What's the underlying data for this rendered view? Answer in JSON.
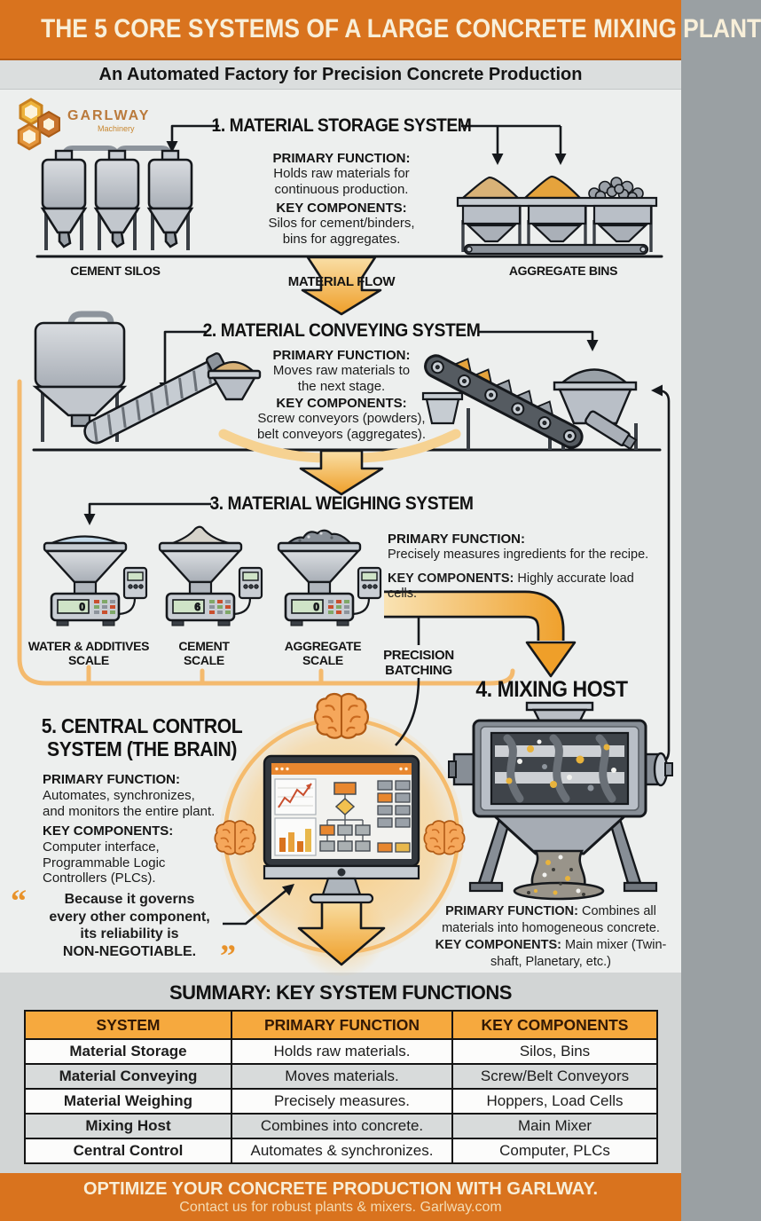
{
  "header": {
    "title": "THE 5 CORE SYSTEMS OF A LARGE CONCRETE MIXING PLANT",
    "subtitle": "An Automated Factory for Precision Concrete Production"
  },
  "logo": {
    "name": "GARLWAY",
    "tagline": "Machinery"
  },
  "labels": {
    "primary_function": "PRIMARY FUNCTION:",
    "key_components": "KEY COMPONENTS:"
  },
  "storage": {
    "heading": "1. MATERIAL STORAGE SYSTEM",
    "primary_function": "Holds raw materials for\ncontinuous production.",
    "key_components": "Silos for cement/binders,\nbins for aggregates.",
    "caption_left": "CEMENT SILOS",
    "caption_right": "AGGREGATE BINS",
    "flow_label": "MATERIAL FLOW"
  },
  "conveying": {
    "heading": "2. MATERIAL CONVEYING SYSTEM",
    "primary_function": "Moves raw materials to\nthe next stage.",
    "key_components": "Screw conveyors (powders),\nbelt conveyors (aggregates)."
  },
  "weighing": {
    "heading": "3. MATERIAL WEIGHING SYSTEM",
    "primary_function": "Precisely measures ingredients for the recipe.",
    "key_components": "Highly accurate load cells.",
    "captions": [
      "WATER & ADDITIVES\nSCALE",
      "CEMENT\nSCALE",
      "AGGREGATE\nSCALE"
    ],
    "displays": [
      "0",
      "6",
      "0"
    ],
    "precision_label": "PRECISION\nBATCHING"
  },
  "mixing": {
    "heading": "4. MIXING HOST",
    "primary_function": "Combines all materials into homogeneous concrete.",
    "key_components": "Main mixer (Twin-shaft, Planetary, etc.)"
  },
  "control": {
    "heading": "5. CENTRAL CONTROL\nSYSTEM (THE BRAIN)",
    "primary_function": "Automates, synchronizes,\nand monitors the entire plant.",
    "key_components": "Computer interface,\nProgrammable Logic\nControllers (PLCs).",
    "quote": "Because it governs\nevery other component,\nits reliability is\nNON-NEGOTIABLE.",
    "quote_open": "“",
    "quote_close": "”"
  },
  "summary": {
    "heading": "SUMMARY: KEY SYSTEM FUNCTIONS",
    "columns": [
      "SYSTEM",
      "PRIMARY FUNCTION",
      "KEY COMPONENTS"
    ],
    "rows": [
      [
        "Material Storage",
        "Holds raw materials.",
        "Silos, Bins"
      ],
      [
        "Material Conveying",
        "Moves materials.",
        "Screw/Belt Conveyors"
      ],
      [
        "Material Weighing",
        "Precisely measures.",
        "Hoppers, Load Cells"
      ],
      [
        "Mixing Host",
        "Combines into concrete.",
        "Main Mixer"
      ],
      [
        "Central Control",
        "Automates & synchronizes.",
        "Computer, PLCs"
      ]
    ]
  },
  "footer": {
    "line1": "OPTIMIZE YOUR CONCRETE PRODUCTION WITH GARLWAY.",
    "line2": "Contact us for robust plants & mixers. Garlway.com"
  },
  "colors": {
    "accent": "#D9731E",
    "table_header": "#F6A93E",
    "arrow": "#EF9F29"
  }
}
